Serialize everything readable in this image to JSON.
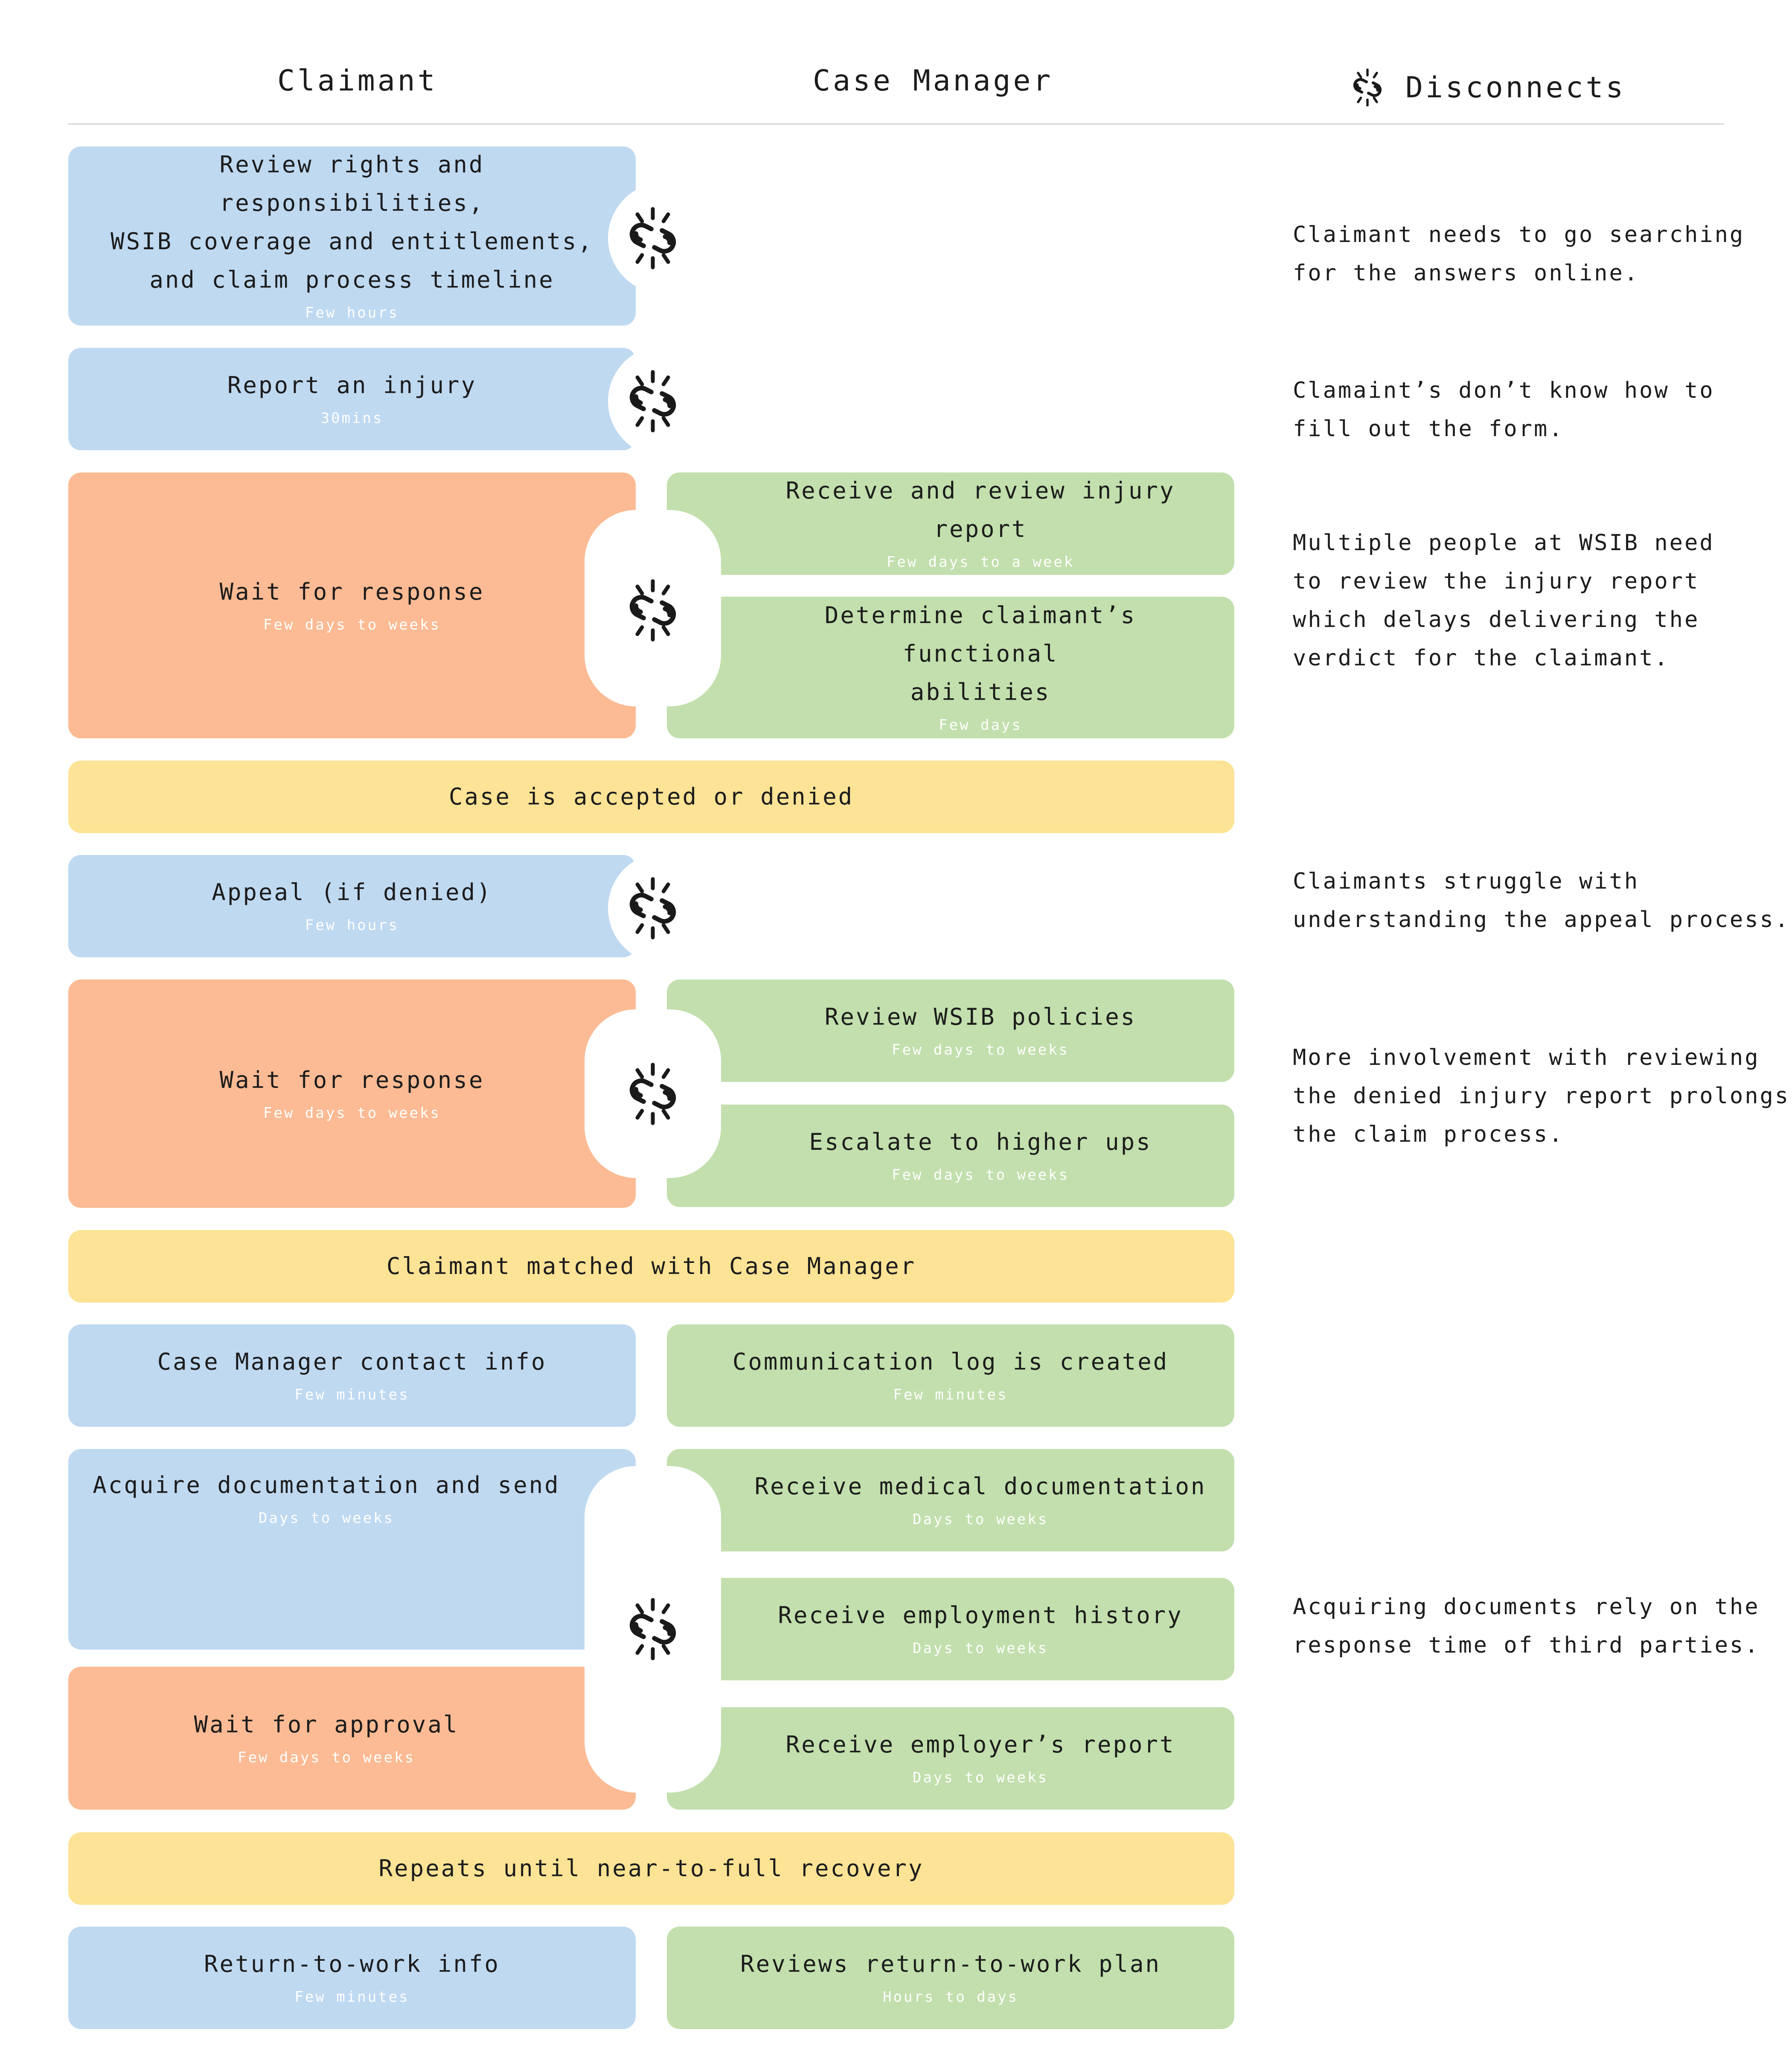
{
  "headers": {
    "claimant": "Claimant",
    "case_manager": "Case Manager",
    "disconnects": "Disconnects"
  },
  "icon": "broken-link-icon",
  "colors": {
    "claimant_task": "#bfd9f1",
    "claimant_wait": "#fcbb94",
    "case_manager_task": "#c2dfad",
    "milestone": "#fce395"
  },
  "steps": {
    "review_rights": {
      "lines": [
        "Review rights and responsibilities,",
        "WSIB coverage and entitlements,",
        "and claim process timeline"
      ],
      "duration": "Few hours"
    },
    "report_injury": {
      "title": "Report an injury",
      "duration": "30mins"
    },
    "wait_response_1": {
      "title": "Wait for response",
      "duration": "Few days to weeks"
    },
    "receive_review_report": {
      "title": "Receive and review injury report",
      "duration": "Few days to a week"
    },
    "determine_abilities": {
      "lines": [
        "Determine claimant’s functional",
        "abilities"
      ],
      "duration": "Few days"
    },
    "case_accepted": {
      "title": "Case is accepted or denied"
    },
    "appeal": {
      "title": "Appeal (if denied)",
      "duration": "Few hours"
    },
    "wait_response_2": {
      "title": "Wait for response",
      "duration": "Few days to weeks"
    },
    "review_policies": {
      "title": "Review WSIB policies",
      "duration": "Few days to weeks"
    },
    "escalate": {
      "title": "Escalate to higher ups",
      "duration": "Few days to weeks"
    },
    "matched": {
      "title": "Claimant matched with Case Manager"
    },
    "cm_contact": {
      "title": "Case Manager contact info",
      "duration": "Few minutes"
    },
    "comm_log": {
      "title": "Communication log is created",
      "duration": "Few minutes"
    },
    "acquire_docs": {
      "title": "Acquire documentation and send",
      "duration": "Days to weeks"
    },
    "wait_approval": {
      "title": "Wait for approval",
      "duration": "Few days to weeks"
    },
    "receive_medical": {
      "title": "Receive medical documentation",
      "duration": "Days to weeks"
    },
    "receive_employment": {
      "title": "Receive employment history",
      "duration": "Days to weeks"
    },
    "receive_employer": {
      "title": "Receive employer’s report",
      "duration": "Days to weeks"
    },
    "repeats": {
      "title": "Repeats until near-to-full recovery"
    },
    "rtw_info": {
      "title": "Return-to-work info",
      "duration": "Few minutes"
    },
    "rtw_plan": {
      "title": "Reviews return-to-work plan",
      "duration": "Hours to days"
    }
  },
  "disconnects": {
    "d1": [
      "Claimant needs to go searching",
      "for the answers online."
    ],
    "d2": [
      "Clamaint’s don’t know how to",
      "fill out the form."
    ],
    "d3": [
      "Multiple people at WSIB need",
      "to review the injury report",
      "which delays delivering the",
      "verdict for the claimant."
    ],
    "d4": [
      "Claimants struggle with",
      "understanding the appeal process."
    ],
    "d5": [
      "More involvement with reviewing",
      "the denied injury report prolongs",
      "the claim process."
    ],
    "d6": [
      "Acquiring documents rely on the",
      "response time of third parties."
    ]
  }
}
